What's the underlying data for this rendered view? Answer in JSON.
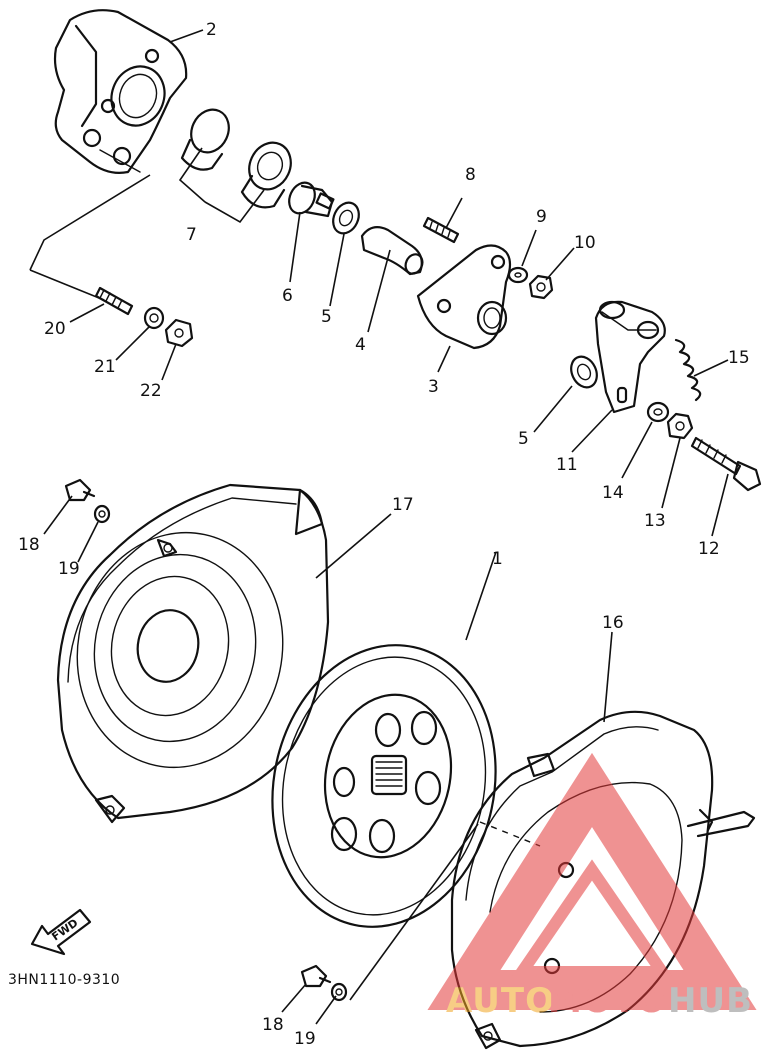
{
  "diagram": {
    "part_code": "3HN1110-9310",
    "direction_label": "FWD",
    "callouts": {
      "c1": "1",
      "c2": "2",
      "c3": "3",
      "c4": "4",
      "c5a": "5",
      "c5b": "5",
      "c6": "6",
      "c7": "7",
      "c8": "8",
      "c9": "9",
      "c10": "10",
      "c11": "11",
      "c12": "12",
      "c13": "13",
      "c14": "14",
      "c15": "15",
      "c16": "16",
      "c17": "17",
      "c18a": "18",
      "c18b": "18",
      "c19a": "19",
      "c19b": "19",
      "c20": "20",
      "c21": "21",
      "c22": "22"
    }
  },
  "watermark": {
    "text_auto": "AUTO",
    "text_moto": "MOTO",
    "text_hub": "HUB",
    "color_orange": "#f2a623",
    "color_red": "#e23a3a",
    "color_gray": "#8a8a8a"
  }
}
